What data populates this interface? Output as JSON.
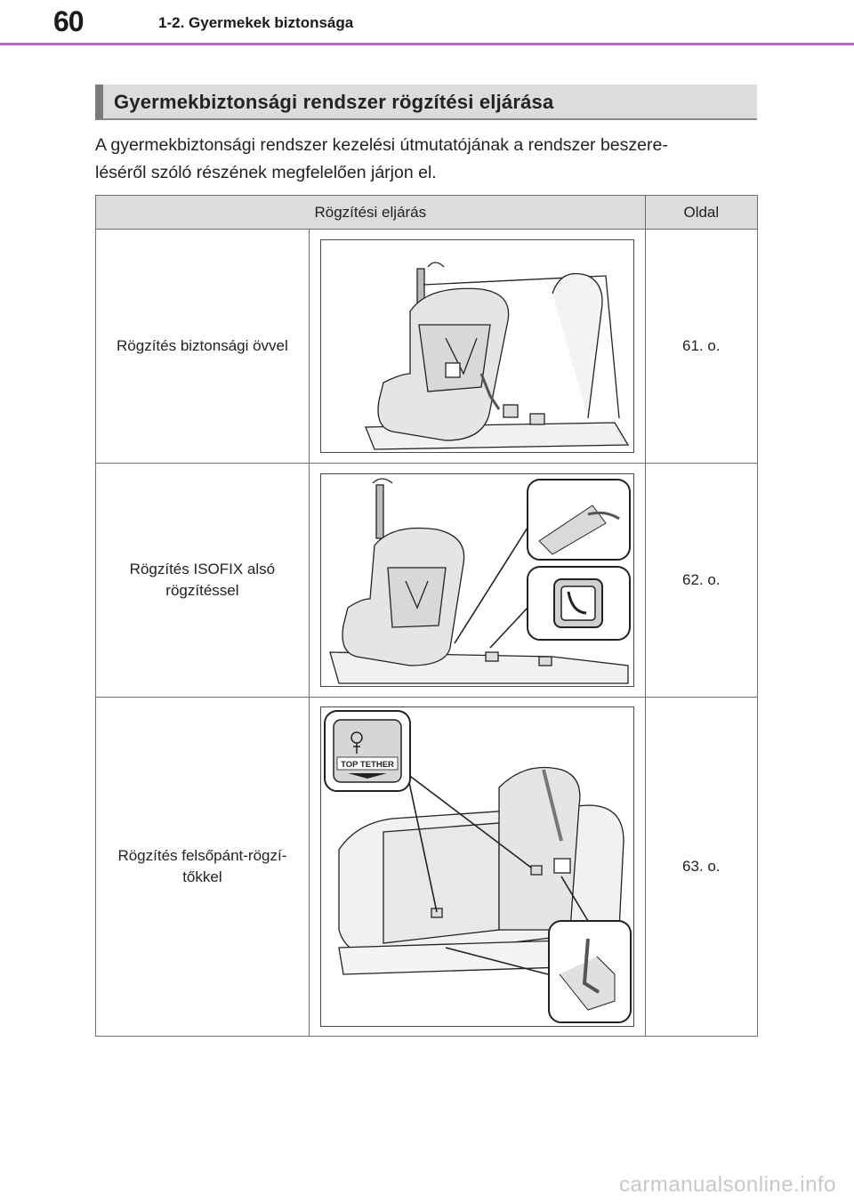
{
  "header": {
    "page_number": "60",
    "section": "1-2. Gyermekek biztonsága"
  },
  "heading": "Gyermekbiztonsági rendszer rögzítési eljárása",
  "intro": {
    "line1": "A gyermekbiztonsági rendszer kezelési útmutatójának a rendszer beszere-",
    "line2": "léséről szóló részének megfelelően járjon el."
  },
  "table": {
    "headers": [
      "Rögzítési eljárás",
      "Oldal"
    ],
    "rows": [
      {
        "label": "Rögzítés biztonsági övvel",
        "page": "61. o."
      },
      {
        "label_line1": "Rögzítés ISOFIX alsó",
        "label_line2": "rögzítéssel",
        "page": "62. o."
      },
      {
        "label_line1": "Rögzítés felsőpánt-rögzí-",
        "label_line2": "tőkkel",
        "page": "63. o.",
        "sticker_text": "TOP TETHER"
      }
    ]
  },
  "footer": {
    "watermark": "carmanualsonline.info"
  }
}
